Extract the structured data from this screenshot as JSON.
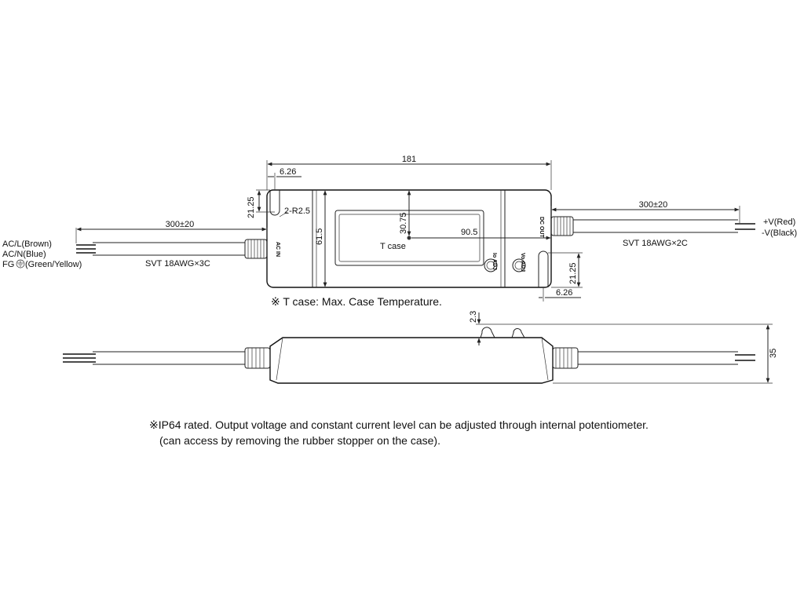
{
  "dimensions": {
    "overall_length": "181",
    "mount_offset_top": "6.26",
    "mount_offset_bottom": "6.26",
    "mount_height_left": "21.25",
    "mount_height_right": "21.25",
    "hole_radius": "2-R2.5",
    "body_height": "61.5",
    "tcase_vertical": "30.75",
    "tcase_horizontal": "90.5",
    "input_cable_length": "300±20",
    "output_cable_length": "300±20",
    "stopper_height": "2.3",
    "side_height": "35"
  },
  "labels": {
    "input_wire_1": "AC/L(Brown)",
    "input_wire_2": "AC/N(Blue)",
    "input_wire_3_prefix": "FG",
    "input_wire_3_suffix": "(Green/Yellow)",
    "input_cable_spec": "SVT 18AWG×3C",
    "output_wire_1": "+V(Red)",
    "output_wire_2": "-V(Black)",
    "output_cable_spec": "SVT 18AWG×2C",
    "ac_in": "AC IN",
    "dc_out": "DC OUT",
    "tcase_point": "T case",
    "adj_io": "Io ADJ",
    "adj_vo": "Vo ADJ"
  },
  "notes": {
    "tcase_note": "※ T case: Max. Case Temperature.",
    "ip_note_line1": "※IP64 rated. Output voltage and constant current level can be adjusted through internal potentiometer.",
    "ip_note_line2": "(can access by removing the rubber stopper on the case)."
  }
}
